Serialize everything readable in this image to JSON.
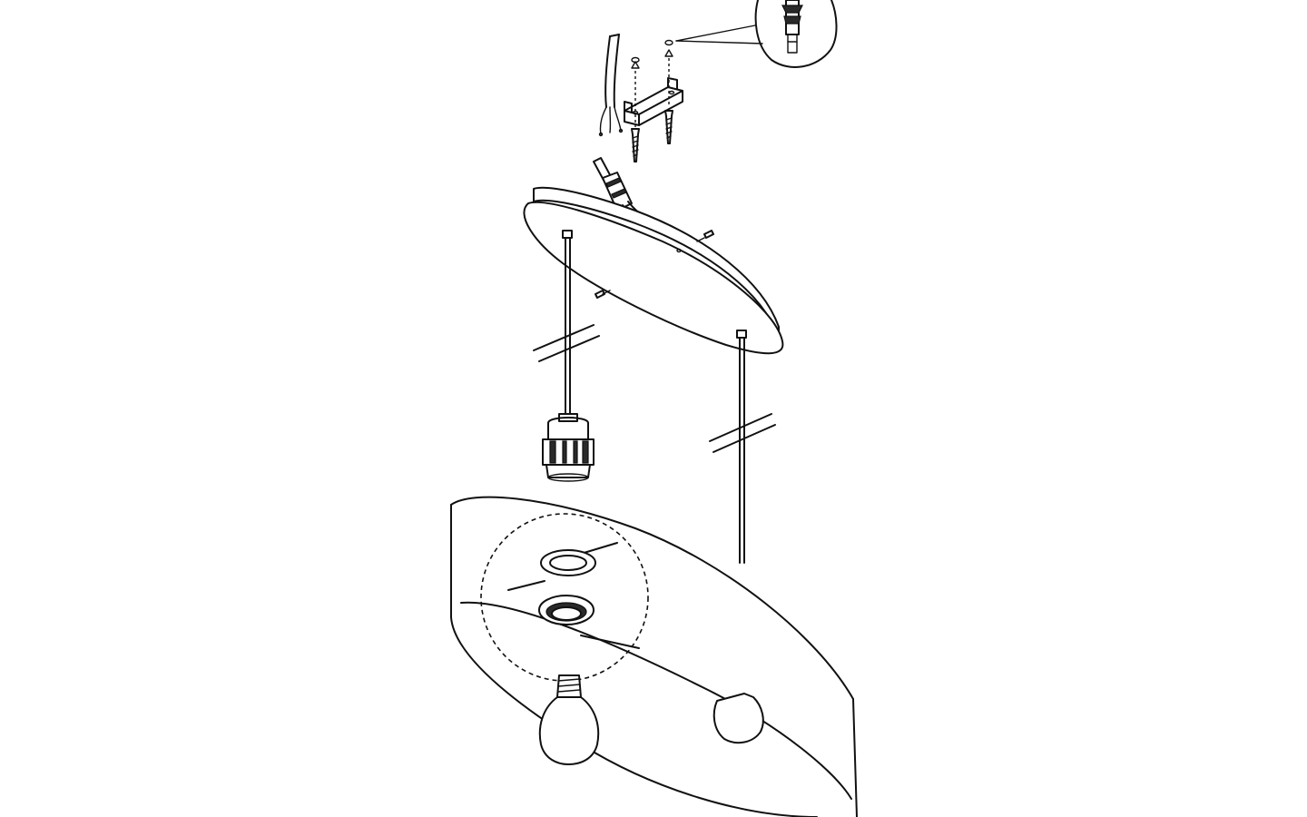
{
  "diagram": {
    "type": "assembly-instructions",
    "style": "black-line-drawing-on-white",
    "parts": [
      "mains-cable",
      "wall-plugs",
      "mounting-bracket",
      "bracket-screws",
      "detail-magnifier",
      "ceiling-canopy",
      "strain-relief",
      "canopy-set-screws",
      "suspension-cables",
      "lamp-holder",
      "lamp-shade",
      "shade-fixing-rings",
      "light-bulbs"
    ],
    "colors": {
      "line": "#111111",
      "background": "#ffffff"
    }
  }
}
